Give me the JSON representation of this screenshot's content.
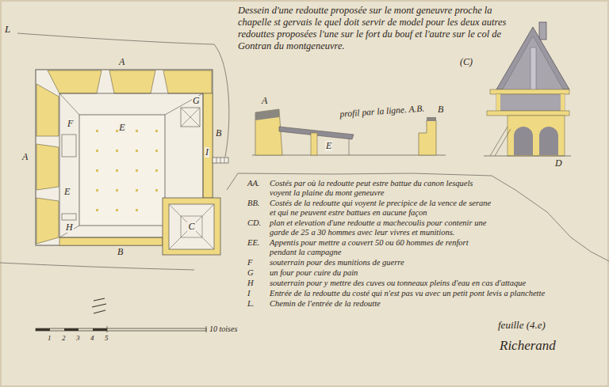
{
  "diagram": {
    "title": "Dessein d'une redoutte proposée sur le mont geneuvre proche la chapelle st gervais le quel doit servir de model pour les deux autres redouttes proposées l'une sur le fort du bouf et l'autre sur le col de Gontran du montgeneuvre.",
    "nodes": [
      {
        "text": [
          "E"
        ]
      },
      {
        "text": [
          "C"
        ]
      }
    ],
    "labels": [
      "L",
      "A",
      "A",
      "F",
      "G",
      "E",
      "B",
      "I",
      "H",
      "B",
      "(C)",
      "A",
      "E",
      "B",
      "profil par la ligne. A.B.",
      "D",
      "AA.",
      "Costés par où la redoutte peut estre battue du canon lesquels voyent la plaine du mont geneuvre",
      "BB.",
      "Costés de la redoutte qui voyent le precipice de la vence de serane et qui ne peuvent estre battues en aucune façon",
      "CD.",
      "plan et elevation d'une redoutte a machecoulis pour contenir une garde de 25 a 30 hommes avec leur vivres et munitions.",
      "EE.",
      "Appentis pour mettre a couvert 50 ou 60 hommes de renfort pendant la campagne",
      "F",
      "souterrain pour des munitions de guerre",
      "G",
      "un four pour cuire du pain",
      "H",
      "souterrain pour y mettre des cuves ou tonneaux pleins d'eau en cas d'attaque",
      "I",
      "Entrée de la redoutte du costé qui n'est pas vu avec un petit pont levis a planchette",
      "L.",
      "Chemin de l'entrée de la redoutte",
      "1",
      "2",
      "3",
      "4",
      "5",
      "10 toises",
      "feuille (4.e)",
      "Richerand"
    ]
  }
}
